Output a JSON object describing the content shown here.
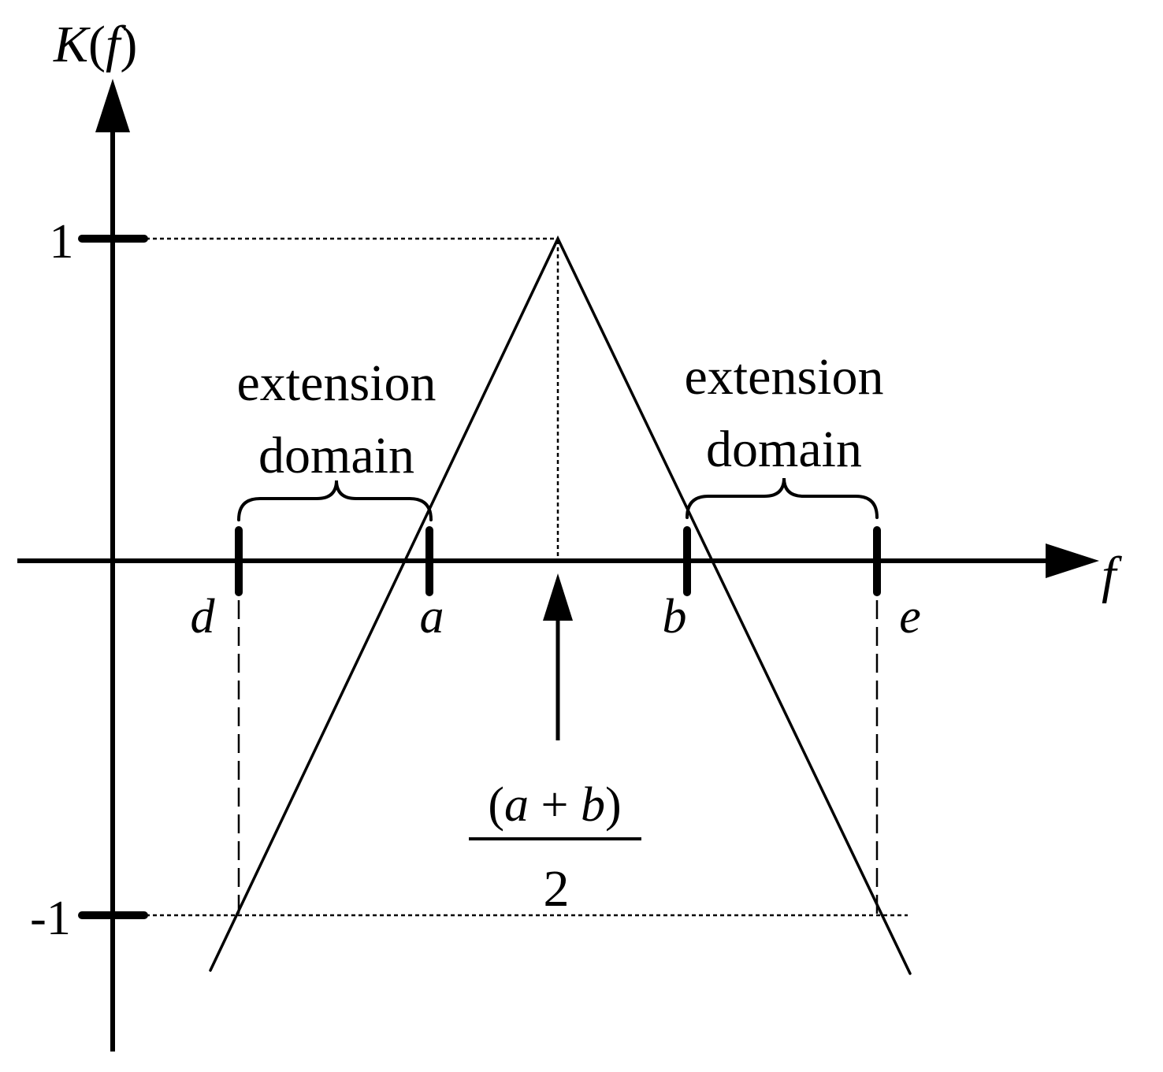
{
  "y_axis": {
    "label": "K(f)"
  },
  "x_axis": {
    "label": "f"
  },
  "y_ticks": {
    "top": "1",
    "bottom": "-1"
  },
  "x_ticks": {
    "d": "d",
    "a": "a",
    "b": "b",
    "e": "e"
  },
  "midpoint": {
    "numerator": "(a + b)",
    "denominator": "2"
  },
  "left_domain": {
    "line1": "extension",
    "line2": "domain"
  },
  "right_domain": {
    "line1": "extension",
    "line2": "domain"
  }
}
